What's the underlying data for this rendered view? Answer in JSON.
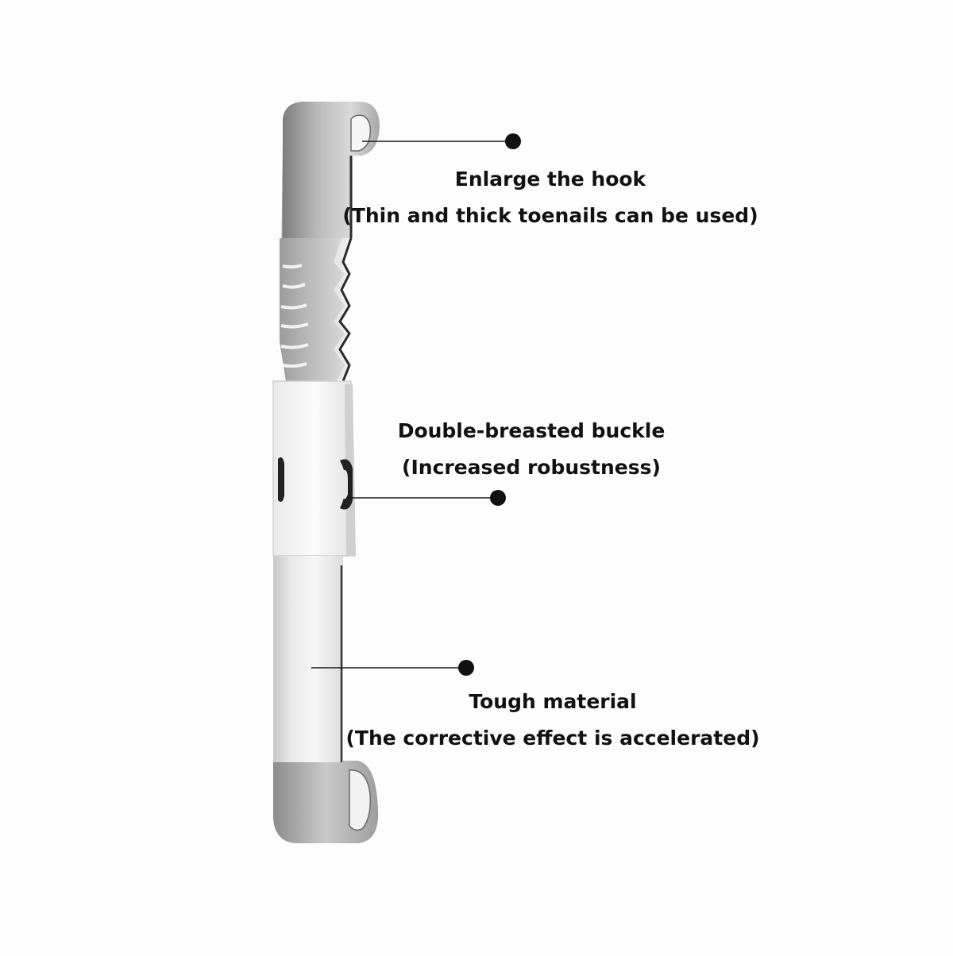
{
  "callouts": {
    "hook": {
      "title": "Enlarge the hook",
      "subtitle": "(Thin and thick toenails can be used)"
    },
    "buckle": {
      "title": "Double-breasted buckle",
      "subtitle": "(Increased robustness)"
    },
    "material": {
      "title": "Tough material",
      "subtitle": "(The corrective effect is accelerated)"
    }
  },
  "colors": {
    "text": "#111111",
    "leader": "#1a1a1a",
    "metal_light": "#f4f4f4",
    "metal_mid": "#cfcfcf",
    "metal_dark": "#8a8a8a",
    "outline": "#2b2b2b"
  }
}
